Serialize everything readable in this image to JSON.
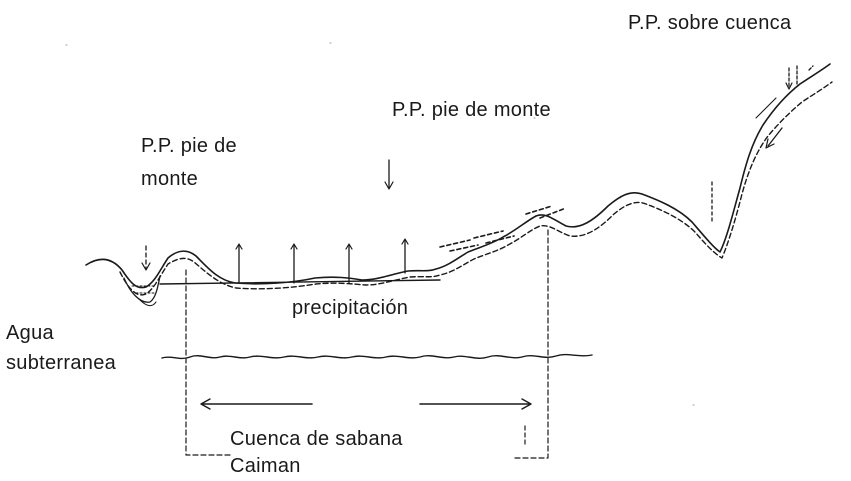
{
  "labels": {
    "pp_sobre_cuenca": "P.P. sobre cuenca",
    "pp_pie_de_monte_right": "P.P. pie de monte",
    "pp_pie_de_monte_left_line1": "P.P. pie de",
    "pp_pie_de_monte_left_line2": "monte",
    "precipitacion": "precipitación",
    "agua_subterranea_line1": "Agua",
    "agua_subterranea_line2": "subterranea",
    "cuenca_line1": "Cuenca de sabana",
    "cuenca_line2": "Caiman"
  },
  "colors": {
    "ink": "#1a1a1a",
    "background": "#ffffff"
  }
}
